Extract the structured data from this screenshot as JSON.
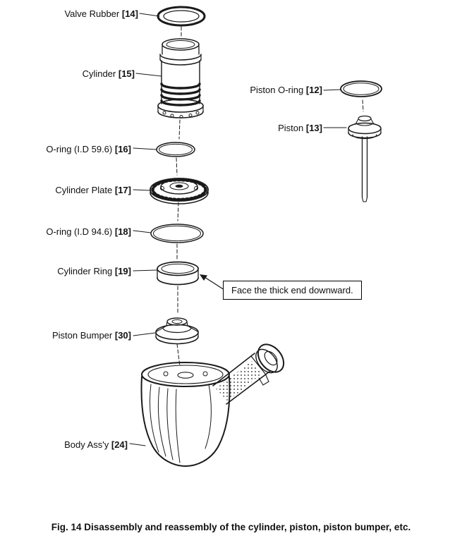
{
  "labels": {
    "valve_rubber": {
      "name": "Valve Rubber",
      "ref": "[14]"
    },
    "cylinder": {
      "name": "Cylinder",
      "ref": "[15]"
    },
    "piston_oring": {
      "name": "Piston O-ring",
      "ref": "[12]"
    },
    "piston": {
      "name": "Piston",
      "ref": "[13]"
    },
    "oring_id596": {
      "name": "O-ring (I.D 59.6)",
      "ref": "[16]"
    },
    "cylinder_plate": {
      "name": "Cylinder Plate",
      "ref": "[17]"
    },
    "oring_id946": {
      "name": "O-ring (I.D 94.6)",
      "ref": "[18]"
    },
    "cylinder_ring": {
      "name": "Cylinder Ring",
      "ref": "[19]"
    },
    "piston_bumper": {
      "name": "Piston Bumper",
      "ref": "[30]"
    },
    "body_assy": {
      "name": "Body Ass'y",
      "ref": "[24]"
    }
  },
  "callout": {
    "text": "Face the thick end downward."
  },
  "caption": "Fig. 14  Disassembly and reassembly of the cylinder, piston, piston bumper, etc.",
  "colors": {
    "line": "#1a1a1a",
    "background": "#ffffff"
  }
}
